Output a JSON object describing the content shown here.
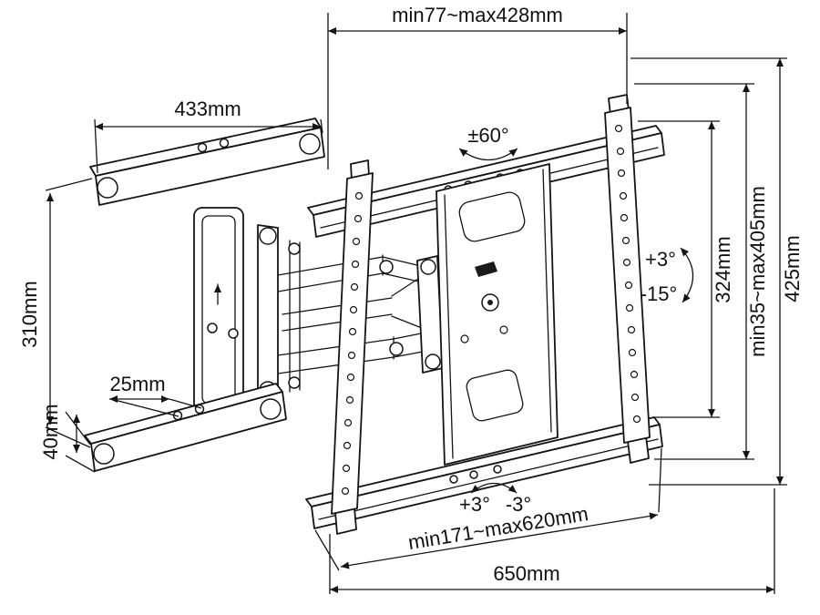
{
  "annotations": {
    "extension_range": "min77~max428mm",
    "wall_bracket_width": "433mm",
    "swivel_angle": "±60°",
    "bracket_height": "310mm",
    "arm_plate_gap": "25mm",
    "rail_height": "40mm",
    "tilt_up": "+3°",
    "tilt_down": "-15°",
    "vesa_hole_height": "324mm",
    "plate_height_range": "min35~max405mm",
    "plate_total_height": "425mm",
    "level_adjust_left": "+3°",
    "level_adjust_right": "-3°",
    "plate_width_range": "min171~max620mm",
    "plate_total_width": "650mm"
  }
}
